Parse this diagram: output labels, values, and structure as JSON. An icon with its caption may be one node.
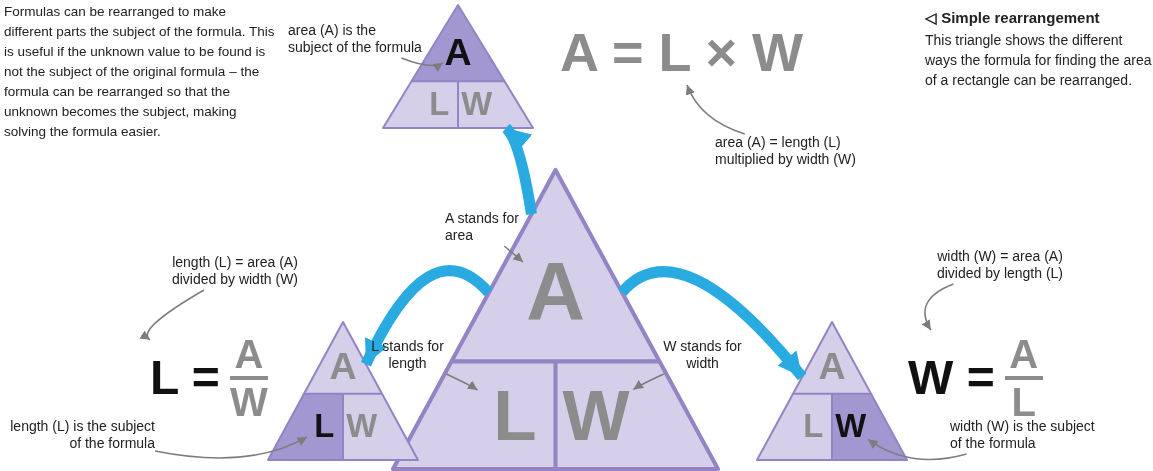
{
  "diagram": {
    "nodes": [
      {
        "text": [],
        "shape": "triangle"
      },
      {
        "text": [
          "A"
        ],
        "in": 0
      },
      {
        "text": [
          "L"
        ],
        "in": 0
      },
      {
        "text": [
          "W"
        ],
        "in": 0
      },
      {
        "text": [
          "A = L × W"
        ]
      },
      {
        "text": [],
        "shape": "triangle"
      },
      {
        "text": [
          "A"
        ],
        "in": 5
      },
      {
        "text": [
          "L"
        ],
        "in": 5
      },
      {
        "text": [
          "W"
        ],
        "in": 5
      },
      {
        "text": [],
        "shape": "triangle"
      },
      {
        "text": [
          "A"
        ],
        "in": 9
      },
      {
        "text": [
          "L"
        ],
        "in": 9
      },
      {
        "text": [
          "W"
        ],
        "in": 9
      },
      {
        "text": [
          "L =",
          "A",
          "W"
        ]
      },
      {
        "text": [],
        "shape": "triangle"
      },
      {
        "text": [
          "A"
        ],
        "in": 14
      },
      {
        "text": [
          "L"
        ],
        "in": 14
      },
      {
        "text": [
          "W"
        ],
        "in": 14
      },
      {
        "text": [
          "W =",
          "A",
          "L"
        ]
      },
      {
        "text": [
          "area (A) is the subject of the formula"
        ]
      },
      {
        "text": [
          "area (A) = length (L) multiplied by width (W)"
        ]
      },
      {
        "text": [
          "A stands for area"
        ]
      },
      {
        "text": [
          "L stands for length"
        ]
      },
      {
        "text": [
          "W stands for width"
        ]
      },
      {
        "text": [
          "length (L) = area (A) divided by width (W)"
        ]
      },
      {
        "text": [
          "length (L) is the subject of the formula"
        ]
      },
      {
        "text": [
          "width (W) = area (A) divided by length (L)"
        ]
      },
      {
        "text": [
          "width (W) is the subject of the formula"
        ]
      }
    ],
    "edges": [
      {
        "from": 5,
        "to": 0,
        "arrow": "to",
        "style": "thick",
        "color": "#29abe2"
      },
      {
        "from": 5,
        "to": 9,
        "arrow": "to",
        "style": "thick",
        "color": "#29abe2"
      },
      {
        "from": 5,
        "to": 14,
        "arrow": "to",
        "style": "thick",
        "color": "#29abe2"
      },
      {
        "from": 19,
        "to": 1,
        "arrow": "to"
      },
      {
        "from": 20,
        "to": 4,
        "arrow": "to"
      },
      {
        "from": 21,
        "to": 6,
        "arrow": "to"
      },
      {
        "from": 22,
        "to": 7,
        "arrow": "to"
      },
      {
        "from": 23,
        "to": 8,
        "arrow": "to"
      },
      {
        "from": 24,
        "to": 13,
        "arrow": "to"
      },
      {
        "from": 25,
        "to": 11,
        "arrow": "to"
      },
      {
        "from": 26,
        "to": 18,
        "arrow": "to"
      },
      {
        "from": 27,
        "to": 17,
        "arrow": "to"
      }
    ],
    "labels": [
      "Formulas can be rearranged to make different parts the subject of the formula. This is useful if the unknown value to be found is not the subject of the original formula – the formula can be rearranged so that the unknown becomes the subject, making solving the formula easier.",
      "◁ Simple rearrangement",
      "This triangle shows the different ways the formula for finding the area of a rectangle can be rearranged."
    ]
  }
}
